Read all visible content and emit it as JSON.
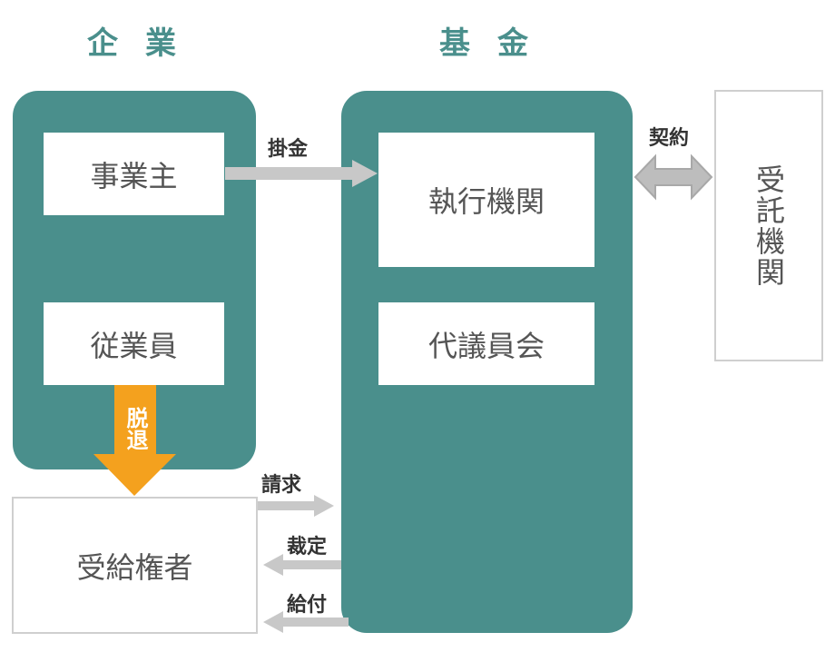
{
  "headings": {
    "company": "企業",
    "fund": "基金"
  },
  "company": {
    "employer": "事業主",
    "employee": "従業員"
  },
  "fund": {
    "executive": "執行機関",
    "council": "代議員会"
  },
  "trustee": "受託機関",
  "beneficiary": "受給権者",
  "arrows": {
    "contribution": "掛金",
    "contract": "契約",
    "withdrawal": "脱退",
    "claim": "請求",
    "ruling": "裁定",
    "payment": "給付"
  },
  "colors": {
    "teal": "#4a8f8c",
    "orange": "#f4a11e",
    "arrow_gray": "#c8c8c8"
  }
}
